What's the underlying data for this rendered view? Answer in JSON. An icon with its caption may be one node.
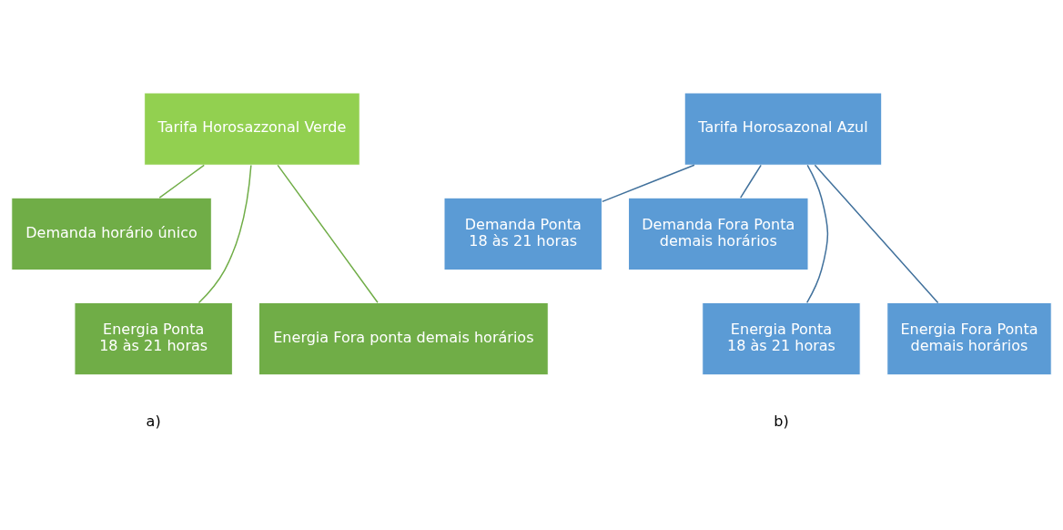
{
  "diagram": {
    "nodes": [
      {
        "text": [
          "Tarifa Horosazzonal Verde"
        ]
      },
      {
        "text": [
          "Demanda horário único"
        ]
      },
      {
        "text": [
          "Energia Ponta",
          "18 às 21 horas"
        ]
      },
      {
        "text": [
          "Energia Fora ponta demais horários"
        ]
      },
      {
        "text": [
          "Tarifa Horosazonal Azul"
        ]
      },
      {
        "text": [
          "Demanda Ponta",
          "18 às 21 horas"
        ]
      },
      {
        "text": [
          "Demanda Fora Ponta",
          "demais horários"
        ]
      },
      {
        "text": [
          "Energia Ponta",
          "18 às 21 horas"
        ]
      },
      {
        "text": [
          "Energia Fora Ponta",
          "demais horários"
        ]
      }
    ],
    "edges": [
      {
        "from": 0,
        "to": 1,
        "arrow": "none",
        "color": "#70ad47"
      },
      {
        "from": 0,
        "to": 2,
        "arrow": "none",
        "color": "#70ad47"
      },
      {
        "from": 0,
        "to": 3,
        "arrow": "none",
        "color": "#70ad47"
      },
      {
        "from": 4,
        "to": 5,
        "arrow": "none"
      },
      {
        "from": 4,
        "to": 6,
        "arrow": "none"
      },
      {
        "from": 4,
        "to": 7,
        "arrow": "none"
      },
      {
        "from": 4,
        "to": 8,
        "arrow": "none"
      }
    ],
    "labels": [
      "a)",
      "b)"
    ]
  }
}
